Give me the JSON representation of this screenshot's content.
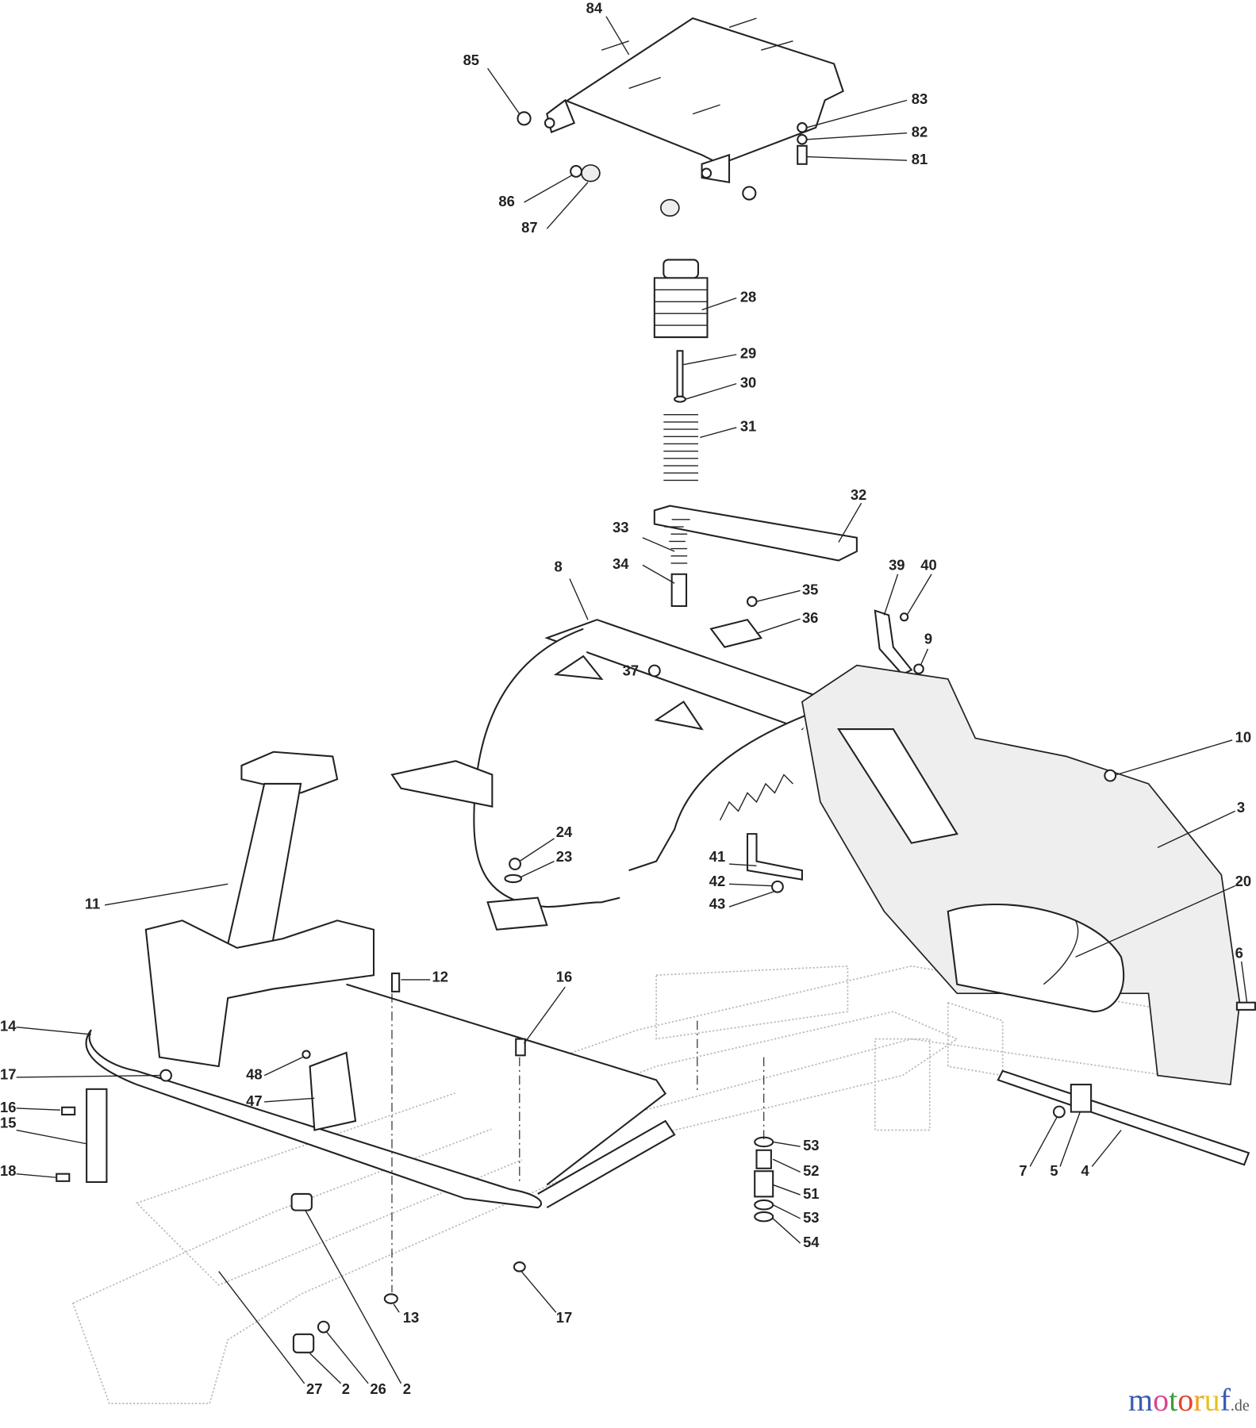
{
  "diagram": {
    "type": "exploded parts diagram",
    "callouts": [
      "84",
      "85",
      "83",
      "82",
      "81",
      "86",
      "87",
      "28",
      "29",
      "30",
      "31",
      "32",
      "33",
      "34",
      "8",
      "39",
      "40",
      "35",
      "36",
      "37",
      "9",
      "10",
      "3",
      "24",
      "23",
      "41",
      "42",
      "43",
      "20",
      "11",
      "12",
      "16",
      "6",
      "14",
      "17",
      "48",
      "47",
      "16",
      "15",
      "18",
      "7",
      "5",
      "4",
      "53",
      "52",
      "51",
      "53",
      "54",
      "13",
      "17",
      "27",
      "2",
      "26",
      "2"
    ]
  },
  "watermark": {
    "text": "motoruf",
    "suffix": ".de",
    "colors": [
      "#3b5bb5",
      "#d8458f",
      "#3a9d3a",
      "#e0462b",
      "#f0a020",
      "#e8c020"
    ]
  }
}
